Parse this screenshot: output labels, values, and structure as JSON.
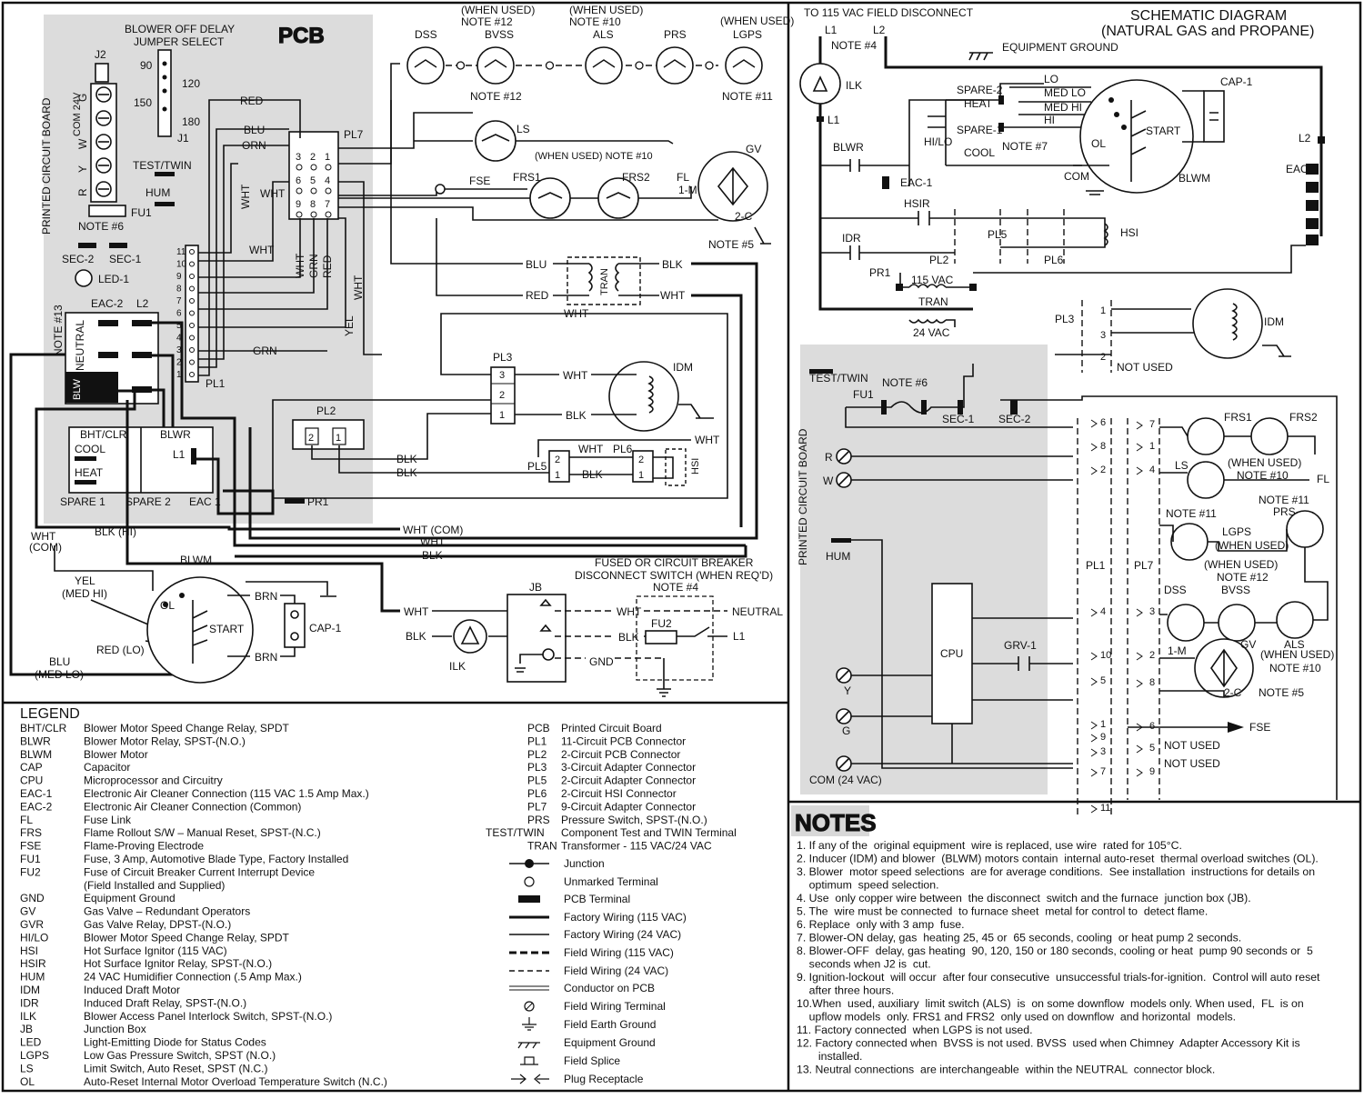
{
  "left_schematic": {
    "blower_delay": {
      "title_line1": "BLOWER OFF DELAY",
      "title_line2": "JUMPER SELECT",
      "values": [
        "90",
        "120",
        "150",
        "180"
      ],
      "jumper": "J2",
      "header": "J1"
    },
    "pcb_label": "PCB",
    "board_side_label": "PRINTED CIRCUIT BOARD",
    "terminals": [
      "G",
      "COM 24V",
      "W",
      "Y",
      "R"
    ],
    "test_twin": "TEST/TWIN",
    "hum": "HUM",
    "fu1": "FU1",
    "note6": "NOTE #6",
    "sec2": "SEC-2",
    "sec1": "SEC-1",
    "led1": "LED-1",
    "note13": "NOTE #13",
    "eac2": "EAC-2",
    "l2": "L2",
    "neutral": "NEUTRAL",
    "blw": "BLW",
    "pl1": "PL1",
    "pl1_pins": [
      "1",
      "2",
      "3",
      "4",
      "5",
      "6",
      "7",
      "8",
      "9",
      "10",
      "11"
    ],
    "pl7": "PL7",
    "pl7_pins": [
      "3",
      "2",
      "1",
      "6",
      "5",
      "4",
      "9",
      "8",
      "7"
    ],
    "wires": {
      "red": "RED",
      "blu": "BLU",
      "orn": "ORN",
      "wht": "WHT",
      "grn": "GRN",
      "yel": "YEL",
      "blk": "BLK"
    },
    "limit_chain": [
      {
        "id": "DSS",
        "when": ""
      },
      {
        "id": "BVSS",
        "when": "(WHEN USED) NOTE #12"
      },
      {
        "id": "ALS",
        "when": "(WHEN USED) NOTE #10"
      },
      {
        "id": "PRS",
        "when": ""
      },
      {
        "id": "LGPS",
        "when": "(WHEN USED)"
      }
    ],
    "note12": "NOTE #12",
    "note11": "NOTE #11",
    "ls": "LS",
    "frs_when": "(WHEN USED) NOTE #10",
    "frs1": "FRS1",
    "frs2": "FRS2",
    "fse": "FSE",
    "gv": "GV",
    "fl": "FL",
    "gv_1m": "1-M",
    "gv_2c": "2-C",
    "note5": "NOTE #5",
    "tran": "TRAN",
    "pl3": "PL3",
    "pl3_pins": [
      "3",
      "2",
      "1"
    ],
    "idm": "IDM",
    "pl2": "PL2",
    "pl2_pins": [
      "2",
      "1"
    ],
    "pl5": "PL5",
    "pl6": "PL6",
    "hsi": "HSI",
    "bht_clr": "BHT/CLR",
    "blwr": "BLWR",
    "cool": "COOL",
    "heat": "HEAT",
    "l1": "L1",
    "spare1": "SPARE 1",
    "spare2": "SPARE 2",
    "eac1": "EAC 1",
    "pr1": "PR1",
    "wht_com": "WHT (COM)",
    "wht_com2": "WHT",
    "com_paren": "(COM)",
    "blk_hi": "BLK (HI)",
    "yel_medhi_1": "YEL",
    "yel_medhi_2": "(MED HI)",
    "blu_medlo_1": "BLU",
    "blu_medlo_2": "(MED LO)",
    "red_lo": "RED (LO)",
    "blwm": "BLWM",
    "ol": "OL",
    "start": "START",
    "brn": "BRN",
    "cap1": "CAP-1",
    "fused_line1": "FUSED OR CIRCUIT BREAKER",
    "fused_line2": "DISCONNECT SWITCH (WHEN REQ'D)",
    "note4": "NOTE #4",
    "jb": "JB",
    "fu2": "FU2",
    "neutral_out": "NEUTRAL",
    "gnd": "GND",
    "ilk": "ILK"
  },
  "right_schematic": {
    "title_line1": "SCHEMATIC DIAGRAM",
    "title_line2": "(NATURAL GAS and PROPANE)",
    "field_disconnect": "TO 115 VAC FIELD DISCONNECT",
    "l1": "L1",
    "l2": "L2",
    "note4": "NOTE #4",
    "equipment_ground": "EQUIPMENT GROUND",
    "ilk": "ILK",
    "spare2": "SPARE-2",
    "heat": "HEAT",
    "spare1": "SPARE-1",
    "cool": "COOL",
    "hilo": "HI/LO",
    "note7": "NOTE #7",
    "speeds": [
      "LO",
      "MED LO",
      "MED HI",
      "HI"
    ],
    "cap1": "CAP-1",
    "start": "START",
    "ol": "OL",
    "com": "COM",
    "blwm": "BLWM",
    "blwr": "BLWR",
    "eac1": "EAC-1",
    "eac2": "EAC-2",
    "hsir": "HSIR",
    "idr": "IDR",
    "pl2": "PL2",
    "pl5": "PL5",
    "pl6": "PL6",
    "hsi": "HSI",
    "pr1": "PR1",
    "tran_top": "115 VAC",
    "tran": "TRAN",
    "tran_bot": "24 VAC",
    "pl3": "PL3",
    "idm": "IDM",
    "not_used": "NOT USED",
    "test_twin": "TEST/TWIN",
    "note6": "NOTE #6",
    "fu1": "FU1",
    "sec1": "SEC-1",
    "sec2": "SEC-2",
    "board_label": "PRINTED CIRCUIT BOARD",
    "r": "R",
    "w": "W",
    "hum": "HUM",
    "y": "Y",
    "g": "G",
    "com24": "COM (24 VAC)",
    "cpu": "CPU",
    "grv1": "GRV-1",
    "pl1": "PL1",
    "pl7": "PL7",
    "frs1": "FRS1",
    "frs2": "FRS2",
    "ls": "LS",
    "fl": "FL",
    "frs_when": "(WHEN USED)",
    "note10": "NOTE #10",
    "note11": "NOTE #11",
    "prs": "PRS",
    "lgps": "LGPS",
    "when_used": "(WHEN USED)",
    "note12": "NOTE #12",
    "dss": "DSS",
    "bvss": "BVSS",
    "als": "ALS",
    "gv": "GV",
    "gv_1m": "1-M",
    "gv_2c": "2-C",
    "note5": "NOTE #5",
    "fse": "FSE",
    "not_used_1": "NOT USED",
    "not_used_2": "NOT USED",
    "pins_pl1_left": [
      "6",
      "8",
      "2",
      "4",
      "10",
      "5",
      "1",
      "9",
      "3",
      "7",
      "11"
    ],
    "pins_pl7_right": [
      "7",
      "1",
      "4",
      "3",
      "2",
      "8",
      "6",
      "5",
      "9"
    ]
  },
  "legend": {
    "title": "LEGEND",
    "col1": [
      [
        "BHT/CLR",
        "Blower Motor Speed Change  Relay, SPDT"
      ],
      [
        "BLWR",
        "Blower Motor  Relay, SPST-(N.O.)"
      ],
      [
        "BLWM",
        "Blower Motor"
      ],
      [
        "CAP",
        "Capacitor"
      ],
      [
        "CPU",
        "Microprocessor  and Circuitry"
      ],
      [
        "EAC-1",
        "Electronic Air  Cleaner Connection  (115 VAC 1.5 Amp Max.)"
      ],
      [
        "EAC-2",
        "Electronic Air  Cleaner Connection  (Common)"
      ],
      [
        "FL",
        "Fuse Link"
      ],
      [
        "FRS",
        "Flame Rollout  S/W – Manual Reset,  SPST-(N.C.)"
      ],
      [
        "FSE",
        "Flame-Proving  Electrode"
      ],
      [
        "FU1",
        "Fuse, 3 Amp,  Automotive Blade Type,  Factory Installed"
      ],
      [
        "FU2",
        "Fuse of Circuit  Breaker Current Interrupt  Device"
      ],
      [
        "",
        "(Field Installed  and Supplied)"
      ],
      [
        "GND",
        "Equipment Ground"
      ],
      [
        "GV",
        "Gas Valve – Redundant  Operators"
      ],
      [
        "GVR",
        "Gas Valve Relay,  DPST-(N.O.)"
      ],
      [
        "HI/LO",
        "Blower Motor  Speed Change Relay,  SPDT"
      ],
      [
        "HSI",
        "Hot Surface  Ignitor (115 VAC)"
      ],
      [
        "HSIR",
        "Hot Surface  Ignitor Relay, SPST-(N.O.)"
      ],
      [
        "HUM",
        "24 VAC Humidifier  Connection (.5 Amp  Max.)"
      ],
      [
        "IDM",
        "Induced Draft  Motor"
      ],
      [
        "IDR",
        "Induced Draft  Relay, SPST-(N.O.)"
      ],
      [
        "ILK",
        "Blower Access  Panel Interlock Switch,  SPST-(N.O.)"
      ],
      [
        "JB",
        "Junction Box"
      ],
      [
        "LED",
        "Light-Emitting  Diode for Status  Codes"
      ],
      [
        "LGPS",
        "Low Gas Pressure  Switch, SPST (N.O.)"
      ],
      [
        "LS",
        "Limit Switch,  Auto Reset, SPST (N.C.)"
      ],
      [
        "OL",
        "Auto-Reset Internal  Motor Overload  Temperature Switch  (N.C.)"
      ]
    ],
    "col2": [
      [
        "PCB",
        "Printed  Circuit Board"
      ],
      [
        "PL1",
        "11-Circuit  PCB Connector"
      ],
      [
        "PL2",
        "2-Circuit PCB  Connector"
      ],
      [
        "PL3",
        "3-Circuit Adapter  Connector"
      ],
      [
        "PL5",
        "2-Circuit  Adapter Connector"
      ],
      [
        "PL6",
        "2-Circuit  HSI Connector"
      ],
      [
        "PL7",
        "9-Circuit Adapter  Connector"
      ],
      [
        "PRS",
        "Pressure Switch,  SPST-(N.O.)"
      ],
      [
        "TEST/TWIN",
        "Component  Test and TWIN Terminal"
      ],
      [
        "TRAN",
        "Transformer  - 115 VAC/24 VAC"
      ]
    ],
    "symbols": [
      "Junction",
      "Unmarked Terminal",
      "PCB Terminal",
      "Factory Wiring  (115 VAC)",
      "Factory Wiring  (24 VAC)",
      "Field Wiring  (115 VAC)",
      "Field Wiring  (24 VAC)",
      "Conductor on  PCB",
      "Field Wiring  Terminal",
      "Field Earth  Ground",
      "Equipment Ground",
      "Field Splice",
      "Plug Receptacle"
    ]
  },
  "notes": {
    "title": "NOTES",
    "lines": [
      "1. If any of the  original equipment  wire is replaced, use wire  rated for 105°C.",
      "2. Inducer (IDM) and blower  (BLWM) motors contain  internal auto-reset  thermal overload switches (OL).",
      "3. Blower  motor speed selections  are for average conditions.  See installation  instructions for details on",
      "    optimum  speed selection.",
      "4. Use  only copper wire between  the disconnect  switch and the furnace  junction box (JB).",
      "5. The  wire must be connected  to furnace sheet  metal for control to  detect flame.",
      "6. Replace  only with 3 amp  fuse.",
      "7. Blower-ON delay, gas  heating 25, 45 or  65 seconds, cooling  or heat pump 2 seconds.",
      "8. Blower-OFF  delay, gas heating  90, 120, 150 or 180 seconds, cooling or heat  pump 90 seconds or  5",
      "    seconds when J2 is  cut.",
      "9. Ignition-lockout  will occur  after four consecutive  unsuccessful trials-for-ignition.  Control will auto reset",
      "    after three hours.",
      "10.When  used, auxiliary  limit switch (ALS)  is  on some downflow  models only. When used,  FL  is on",
      "    upflow models  only. FRS1 and FRS2  only used on downflow  and horizontal  models.",
      "11. Factory connected  when LGPS is not used.",
      "12. Factory connected when  BVSS is not used. BVSS  used when Chimney  Adapter Accessory Kit is",
      "       installed.",
      "13. Neutral connections  are interchangeable  within the NEUTRAL  connector block."
    ]
  }
}
